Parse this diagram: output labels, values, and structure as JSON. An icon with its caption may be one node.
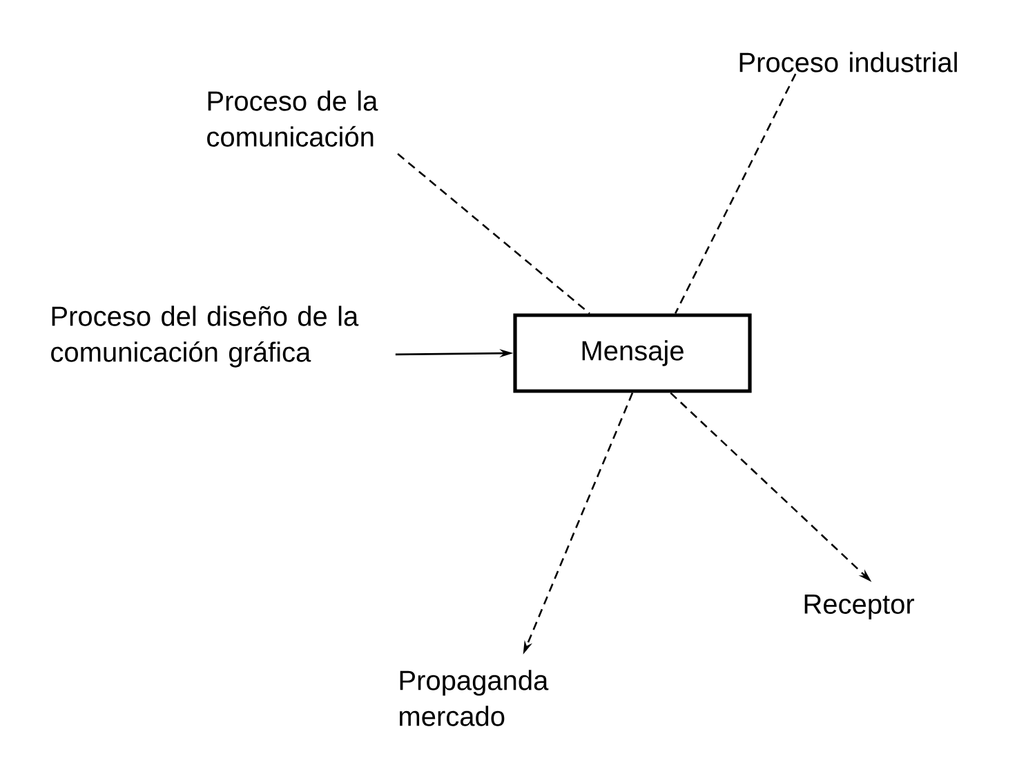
{
  "diagram": {
    "nodes": [
      {
        "text": [
          "Proceso industrial"
        ]
      },
      {
        "text": [
          "Proceso de la comunicación"
        ]
      },
      {
        "text": [
          "Proceso del diseño de la comunicación gráfica"
        ]
      },
      {
        "text": [
          "Mensaje"
        ]
      },
      {
        "text": [
          "Receptor"
        ]
      },
      {
        "text": [
          "Propaganda mercado"
        ]
      }
    ],
    "edges": [
      {
        "from": 1,
        "to": 3,
        "arrow": "none",
        "style": "dashed"
      },
      {
        "from": 0,
        "to": 3,
        "arrow": "none",
        "style": "dashed"
      },
      {
        "from": 2,
        "to": 3,
        "arrow": "to"
      },
      {
        "from": 3,
        "to": 4,
        "arrow": "to",
        "style": "dashed"
      },
      {
        "from": 3,
        "to": 5,
        "arrow": "to",
        "style": "dashed"
      }
    ]
  }
}
